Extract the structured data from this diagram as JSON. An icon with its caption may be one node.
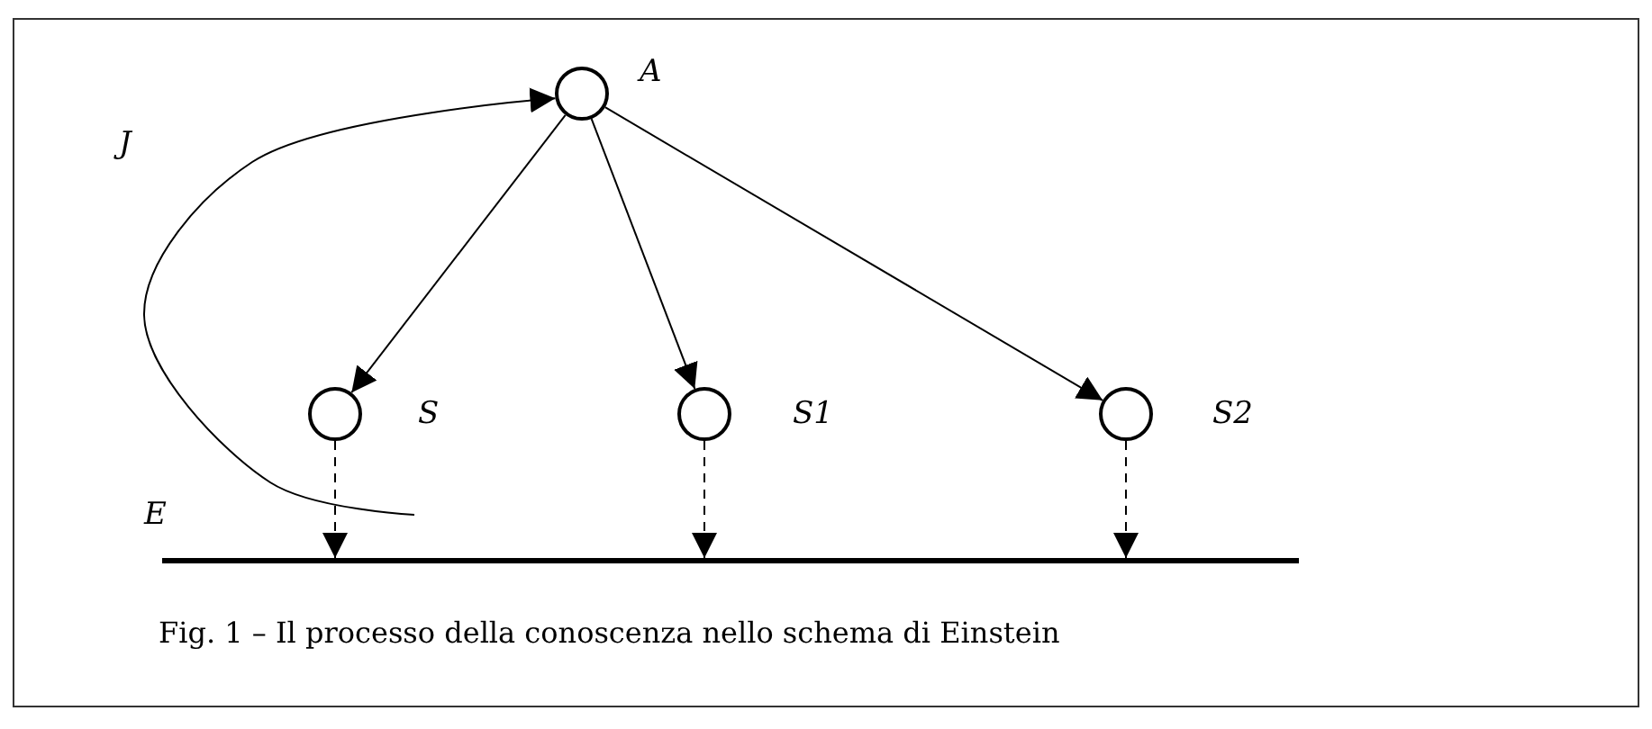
{
  "diagram": {
    "caption": "Fig. 1 – Il processo della conoscenza nello schema di Einstein",
    "nodes": [
      {
        "text": [],
        "shape": "circle",
        "beside": [
          "A"
        ]
      },
      {
        "text": [],
        "shape": "circle",
        "beside": [
          "S"
        ]
      },
      {
        "text": [],
        "shape": "circle",
        "beside": [
          "S1"
        ]
      },
      {
        "text": [],
        "shape": "circle",
        "beside": [
          "S2"
        ]
      },
      {
        "text": [],
        "shape": "bar",
        "beside": [
          "E"
        ]
      }
    ],
    "edges": [
      {
        "from": 0,
        "to": 1,
        "arrow": "to"
      },
      {
        "from": 0,
        "to": 2,
        "arrow": "to"
      },
      {
        "from": 0,
        "to": 3,
        "arrow": "to"
      },
      {
        "from": 1,
        "to": 4,
        "arrow": "to",
        "style": "dashed"
      },
      {
        "from": 2,
        "to": 4,
        "arrow": "to",
        "style": "dashed"
      },
      {
        "from": 3,
        "to": 4,
        "arrow": "to",
        "style": "dashed"
      },
      {
        "from": null,
        "to": 0,
        "arrow": "to",
        "label": "J"
      }
    ]
  }
}
